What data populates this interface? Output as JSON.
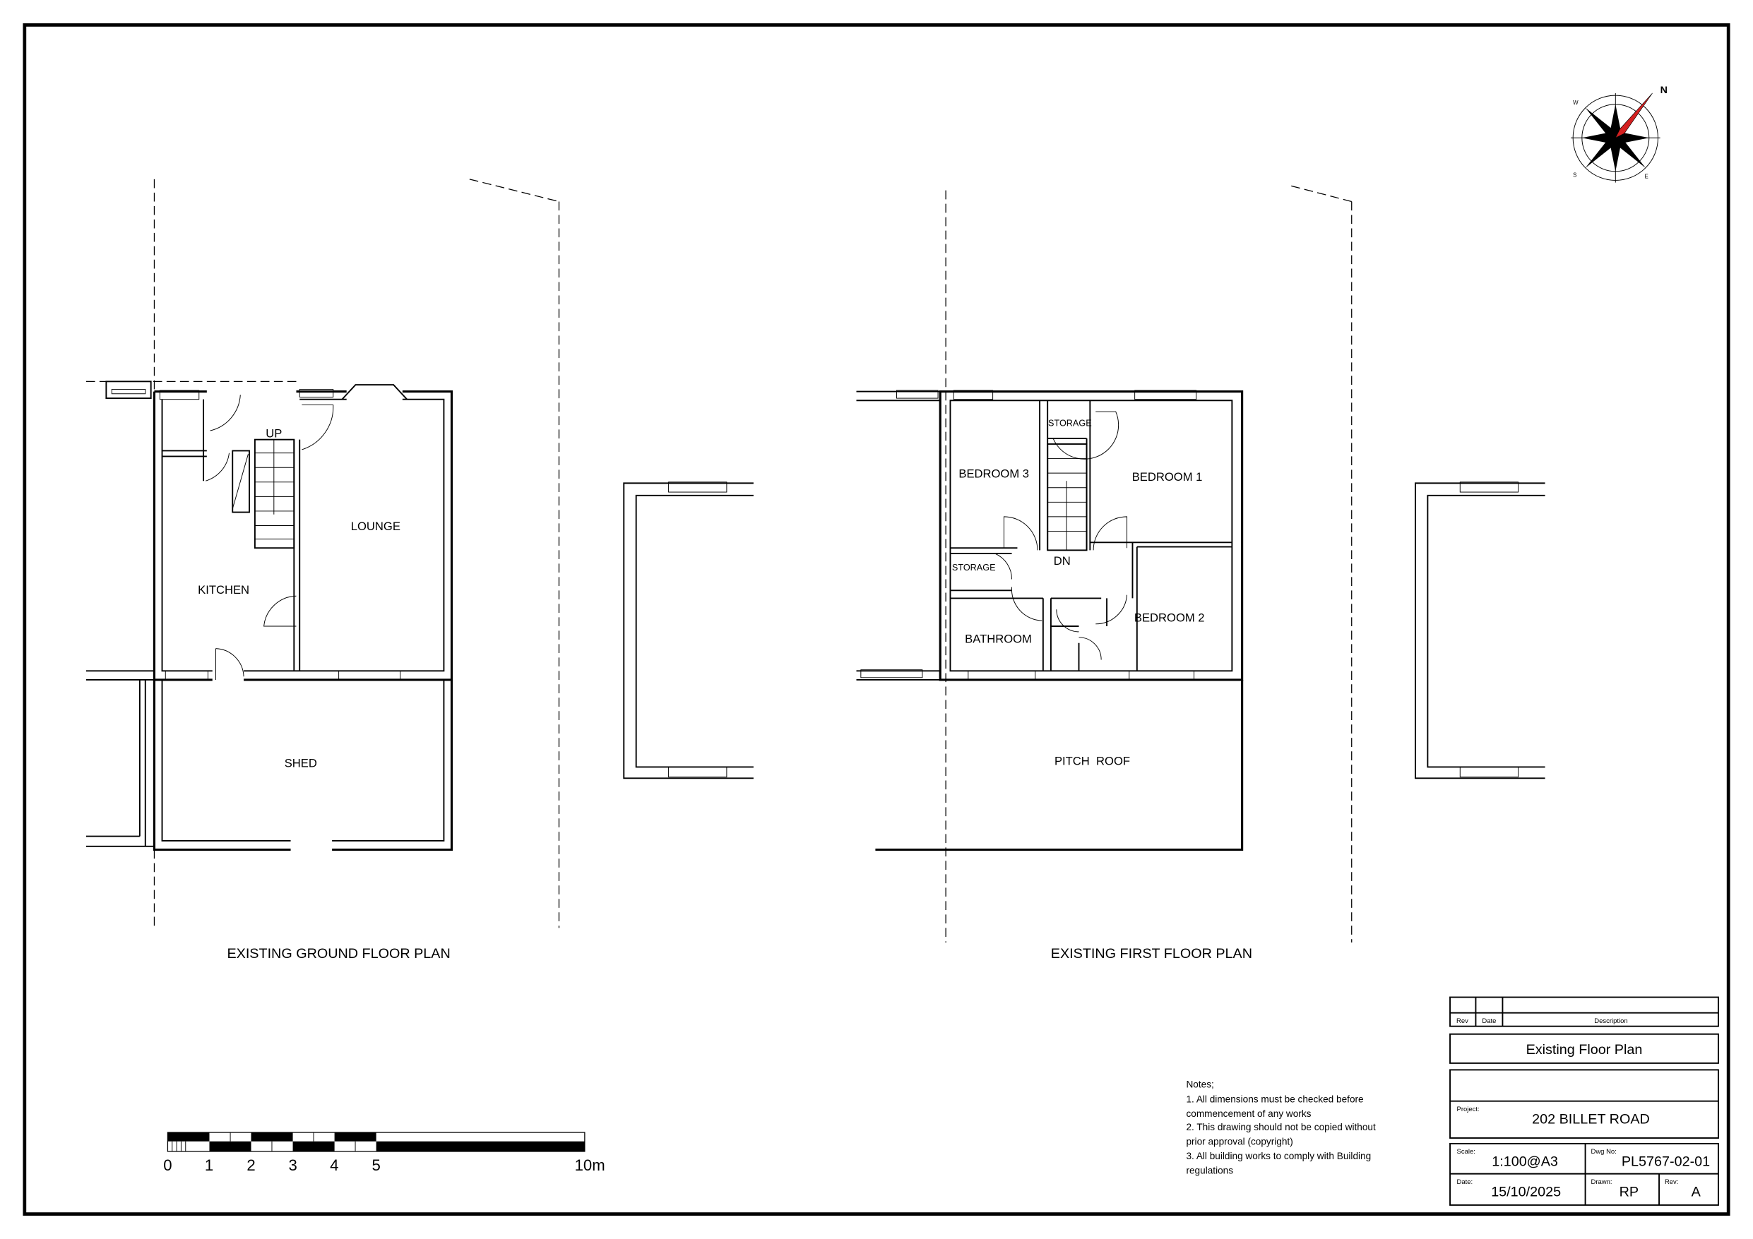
{
  "ground_floor": {
    "title": "EXISTING GROUND FLOOR PLAN",
    "rooms": {
      "up": "UP",
      "lounge": "LOUNGE",
      "kitchen": "KITCHEN",
      "shed": "SHED"
    }
  },
  "first_floor": {
    "title": "EXISTING FIRST FLOOR PLAN",
    "rooms": {
      "bedroom3": "BEDROOM 3",
      "storage_top": "STORAGE",
      "bedroom1": "BEDROOM 1",
      "dn": "DN",
      "storage_left": "STORAGE",
      "bedroom2": "BEDROOM 2",
      "bathroom": "BATHROOM",
      "pitch_roof": "PITCH  ROOF"
    }
  },
  "compass": {
    "n": "N",
    "s": "S",
    "e": "E",
    "w": "W",
    "accent": "#d42020"
  },
  "scale_bar": {
    "labels": [
      "0",
      "1",
      "2",
      "3",
      "4",
      "5",
      "10m"
    ]
  },
  "notes": {
    "heading": "Notes;",
    "lines": [
      "1. All dimensions must be checked before",
      "    commencement of any works",
      "2. This drawing should not be copied without",
      "    prior approval (copyright)",
      "3. All building works to comply with Building",
      "    regulations"
    ]
  },
  "title_block": {
    "rev_header": "Rev",
    "date_header": "Date",
    "description_header": "Description",
    "drawing_title": "Existing Floor Plan",
    "project_label": "Project:",
    "project": "202 BILLET ROAD",
    "scale_label": "Scale:",
    "scale": "1:100@A3",
    "dwg_label": "Dwg No:",
    "dwg_no": "PL5767-02-01",
    "date_label": "Date:",
    "date": "15/10/2025",
    "drawn_label": "Drawn:",
    "drawn": "RP",
    "rev_label": "Rev:",
    "rev": "A"
  }
}
